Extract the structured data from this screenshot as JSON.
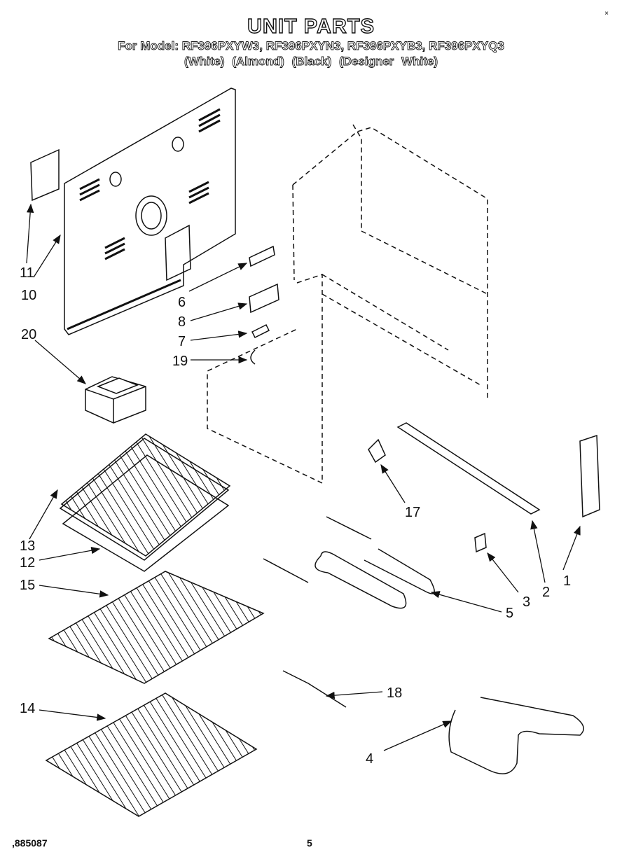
{
  "header": {
    "title": "UNIT PARTS",
    "models": "For Model: RF396PXYW3, RF396PXYN3, RF396PXYB3, RF396PXYQ3",
    "colors": "(White)   (Almond)   (Black)  (Designer White)"
  },
  "corner_mark": "×",
  "footer": {
    "doc_number": ",885087",
    "page": "5"
  },
  "callouts": [
    "1",
    "2",
    "3",
    "4",
    "5",
    "6",
    "7",
    "8",
    "10",
    "11",
    "12",
    "13",
    "14",
    "15",
    "17",
    "18",
    "19",
    "20"
  ]
}
